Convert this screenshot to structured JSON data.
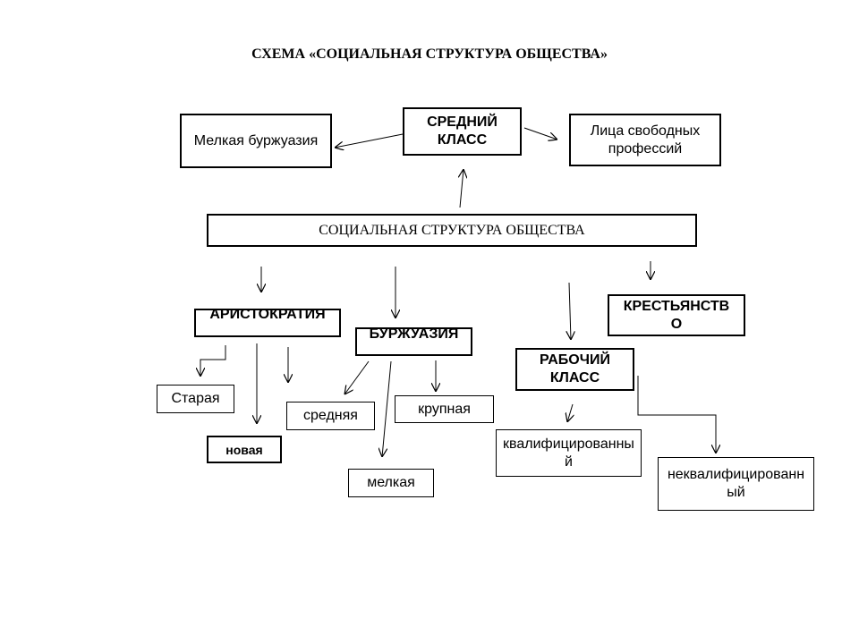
{
  "title": "СХЕМА «СОЦИАЛЬНАЯ СТРУКТУРА ОБЩЕСТВА»",
  "nodes": {
    "root": "СОЦИАЛЬНАЯ СТРУКТУРА ОБЩЕСТВА",
    "middle_class": "СРЕДНИЙ КЛАСС",
    "petty_bourgeoisie_top": "Мелкая буржуазия",
    "free_professions": "Лица свободных профессий",
    "aristocracy": "АРИСТОКРАТИЯ",
    "aristocracy_old": "Старая",
    "aristocracy_new": "новая",
    "bourgeoisie": "БУРЖУАЗИЯ",
    "bourgeoisie_middle": "средняя",
    "bourgeoisie_large": "крупная",
    "bourgeoisie_small": "мелкая",
    "working_class": "РАБОЧИЙ КЛАСС",
    "skilled": "квалифицированный",
    "unskilled": "неквалифицированный",
    "peasantry": "КРЕСТЬЯНСТВО"
  }
}
